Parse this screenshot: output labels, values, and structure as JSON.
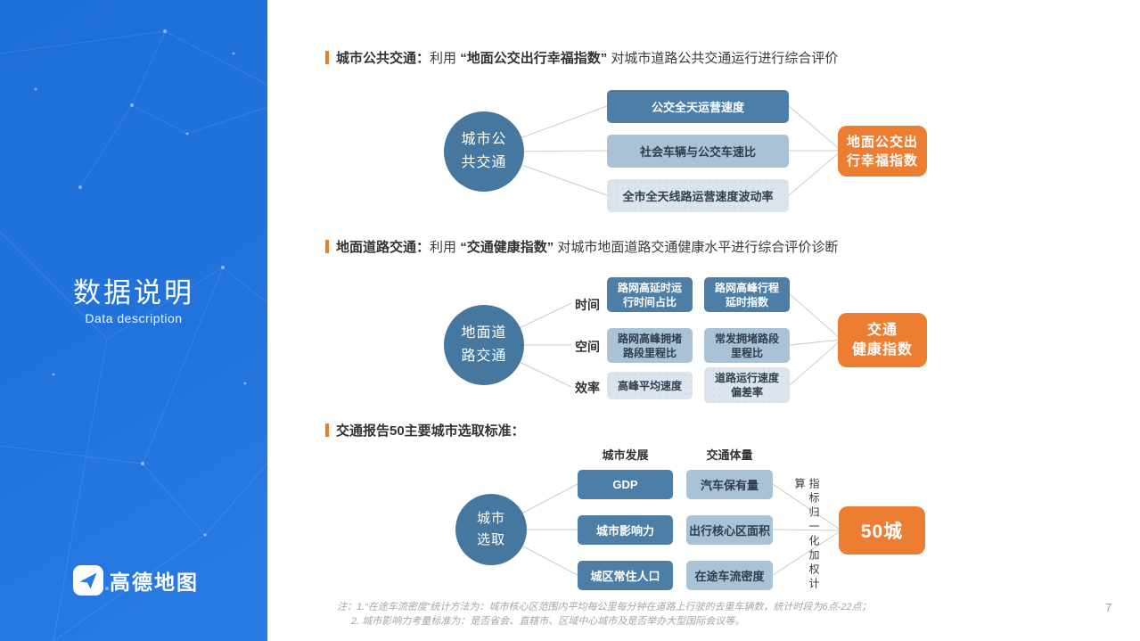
{
  "sidebar": {
    "title": "数据说明",
    "subtitle": "Data description",
    "logo_text": "高德地图"
  },
  "colors": {
    "sidebar_blue": "#2273DC",
    "dark_box_blue": "#4C7EA6",
    "medium_box_blue": "#A9C2D6",
    "light_box_blue": "#DCE5ED",
    "circle_blue": "#46789F",
    "accent_orange": "#ED7D31",
    "heading_bullet_orange": "#F07B23"
  },
  "sections": {
    "s1": {
      "heading": {
        "lead": "城市公共交通：",
        "mid": "利用 ",
        "quoted": "“地面公交出行幸福指数”",
        "tail": " 对城市道路公共交通运行进行综合评价"
      },
      "circle": [
        "城市公",
        "共交通"
      ],
      "boxes": [
        "公交全天运营速度",
        "社会车辆与公交车速比",
        "全市全天线路运营速度波动率"
      ],
      "result": [
        "地面公交出",
        "行幸福指数"
      ]
    },
    "s2": {
      "heading": {
        "lead": "地面道路交通：",
        "mid": "利用 ",
        "quoted": "“交通健康指数”",
        "tail": " 对城市地面道路交通健康水平进行综合评价诊断"
      },
      "circle": [
        "地面道",
        "路交通"
      ],
      "row_labels": [
        "时间",
        "空间",
        "效率"
      ],
      "col1": [
        [
          "路网高延时运",
          "行时间占比"
        ],
        [
          "路网高峰拥堵",
          "路段里程比"
        ],
        [
          "高峰平均速度"
        ]
      ],
      "col2": [
        [
          "路网高峰行程",
          "延时指数"
        ],
        [
          "常发拥堵路段",
          "里程比"
        ],
        [
          "道路运行速度",
          "偏差率"
        ]
      ],
      "result": [
        "交通",
        "健康指数"
      ]
    },
    "s3": {
      "heading": {
        "lead": "交通报告50主要城市选取标准："
      },
      "circle": [
        "城市",
        "选取"
      ],
      "col_headers": [
        "城市发展",
        "交通体量"
      ],
      "col1": [
        "GDP",
        "城市影响力",
        "城区常住人口"
      ],
      "col2": [
        "汽车保有量",
        "出行核心区面积",
        "在途车流密度"
      ],
      "vertical_note": "指标归一化加权计算",
      "result": "50城"
    }
  },
  "footnote": {
    "line1": "注：1.“在途车流密度”统计方法为：城市核心区范围内平均每公里每分钟在道路上行驶的去重车辆数，统计时段为6点-22点；",
    "line2": "2. 城市影响力考量标准为：是否省会、直辖市、区域中心城市及是否举办大型国际会议等。"
  },
  "page_number": "7"
}
